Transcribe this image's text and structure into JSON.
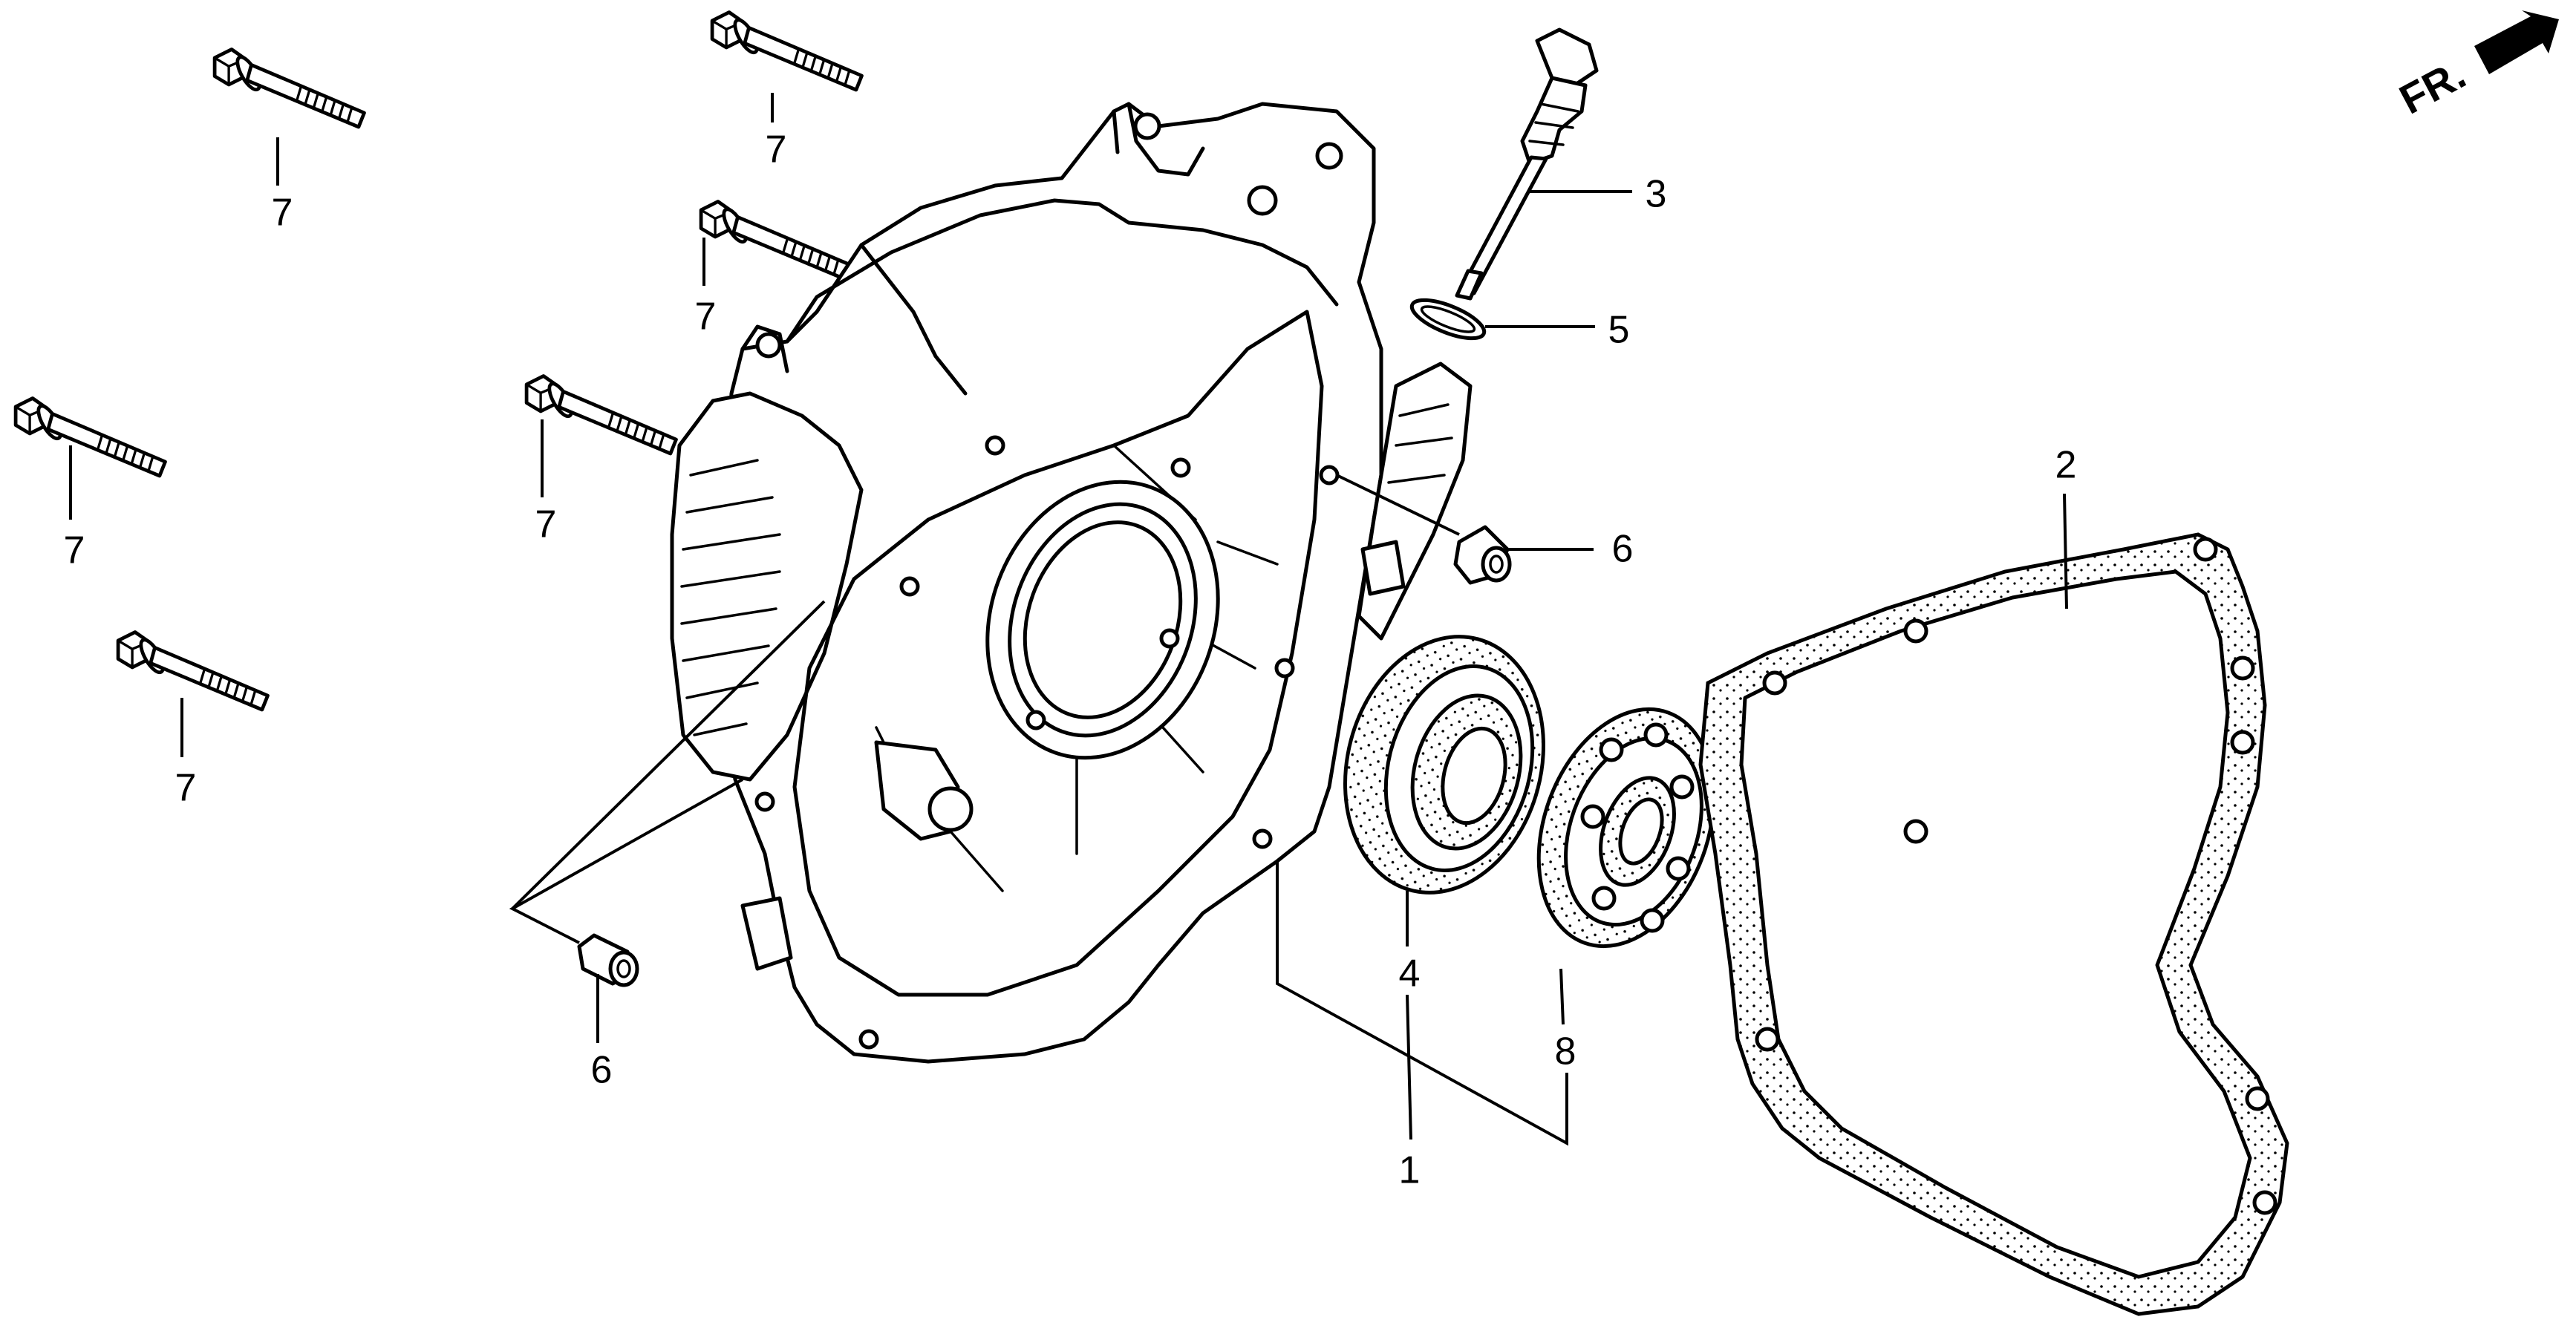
{
  "diagram": {
    "type": "exploded parts diagram",
    "direction_marker": {
      "label": "FR.",
      "icon": "front-direction-arrow-icon"
    },
    "callouts": [
      {
        "number": "1",
        "part": "cover assembly (case cover)"
      },
      {
        "number": "2",
        "part": "case cover gasket"
      },
      {
        "number": "3",
        "part": "oil level gauge / dipstick"
      },
      {
        "number": "4",
        "part": "oil seal"
      },
      {
        "number": "5",
        "part": "O-ring"
      },
      {
        "number": "6",
        "part": "dowel pin"
      },
      {
        "number": "6",
        "part": "dowel pin"
      },
      {
        "number": "7",
        "part": "flange bolt"
      },
      {
        "number": "7",
        "part": "flange bolt"
      },
      {
        "number": "7",
        "part": "flange bolt"
      },
      {
        "number": "7",
        "part": "flange bolt"
      },
      {
        "number": "7",
        "part": "flange bolt"
      },
      {
        "number": "7",
        "part": "flange bolt"
      },
      {
        "number": "8",
        "part": "radial ball bearing"
      }
    ],
    "labels": {
      "c1": "1",
      "c2": "2",
      "c3": "3",
      "c4": "4",
      "c5": "5",
      "c6a": "6",
      "c6b": "6",
      "c7a": "7",
      "c7b": "7",
      "c7c": "7",
      "c7d": "7",
      "c7e": "7",
      "c7f": "7",
      "c8": "8"
    }
  }
}
